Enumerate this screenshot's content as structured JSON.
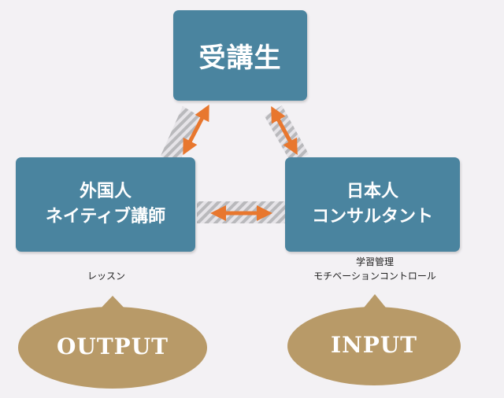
{
  "colors": {
    "box": "#4a849f",
    "arrow": "#e8772e",
    "oval": "#b89a68",
    "stripe": "#b9b9bc"
  },
  "nodes": {
    "student": {
      "lines": [
        "受講生"
      ]
    },
    "foreign_teacher": {
      "lines": [
        "外国人",
        "ネイティブ講師"
      ]
    },
    "japanese_consultant": {
      "lines": [
        "日本人",
        "コンサルタント"
      ]
    }
  },
  "notes": {
    "teacher_role": [
      "レッスン"
    ],
    "consultant_role": [
      "学習管理",
      "モチベーションコントロール"
    ]
  },
  "ovals": {
    "output": "OUTPUT",
    "input": "INPUT"
  }
}
